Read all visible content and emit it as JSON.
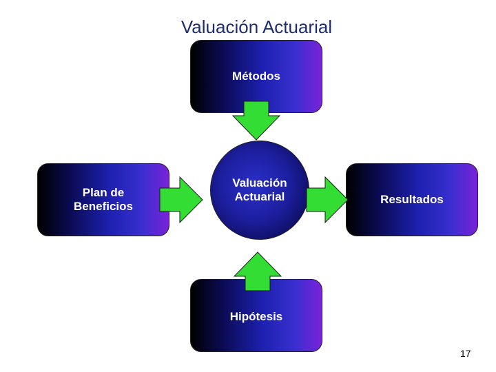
{
  "title": "Valuación Actuarial",
  "boxes": {
    "top": "Métodos",
    "left_line1": "Plan de",
    "left_line2": "Beneficios",
    "center_line1": "Valuación",
    "center_line2": "Actuarial",
    "right": "Resultados",
    "bottom": "Hipótesis"
  },
  "page_number": "17",
  "colors": {
    "title": "#1f2d6e",
    "box_gradient_start": "#000000",
    "box_gradient_end": "#7a22d8",
    "arrow_fill": "#33dd33"
  }
}
